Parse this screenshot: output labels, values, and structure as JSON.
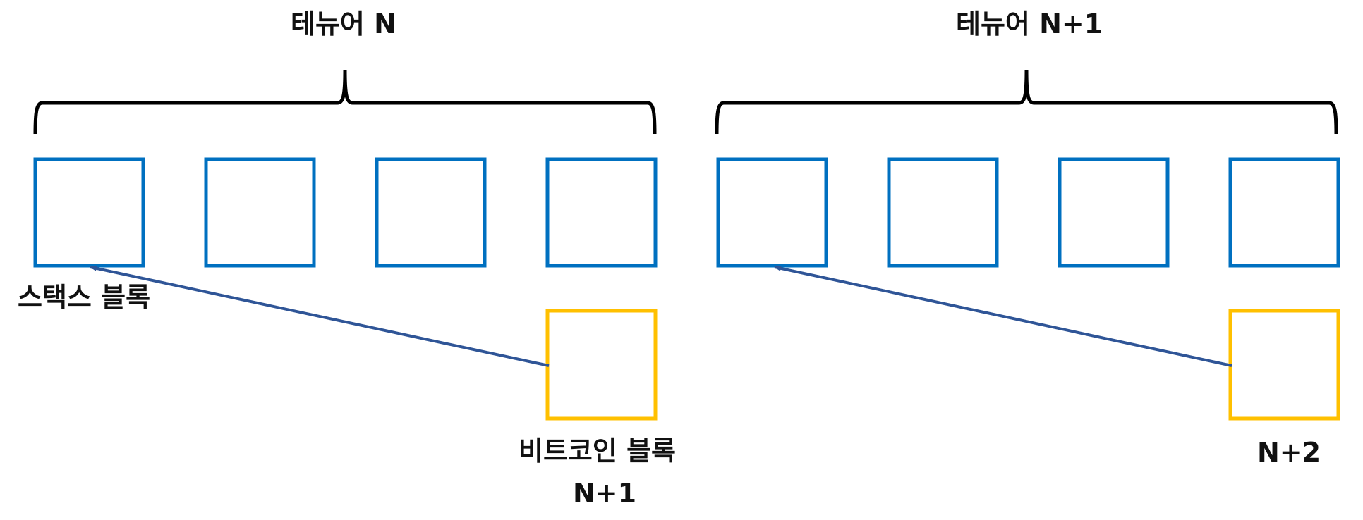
{
  "tenures": [
    {
      "label": "테뉴어 N"
    },
    {
      "label": "테뉴어 N+1"
    }
  ],
  "labels": {
    "stacks_block": "스택스 블록",
    "bitcoin_block": "비트코인 블록",
    "bitcoin_block_height_1": "N+1",
    "bitcoin_block_height_2": "N+2"
  },
  "counts": {
    "stacks_blocks_per_tenure": 4
  },
  "colors": {
    "stacks_block": "#0070c0",
    "bitcoin_block": "#ffc000",
    "arrow": "#2f5597",
    "brace": "#000000"
  }
}
